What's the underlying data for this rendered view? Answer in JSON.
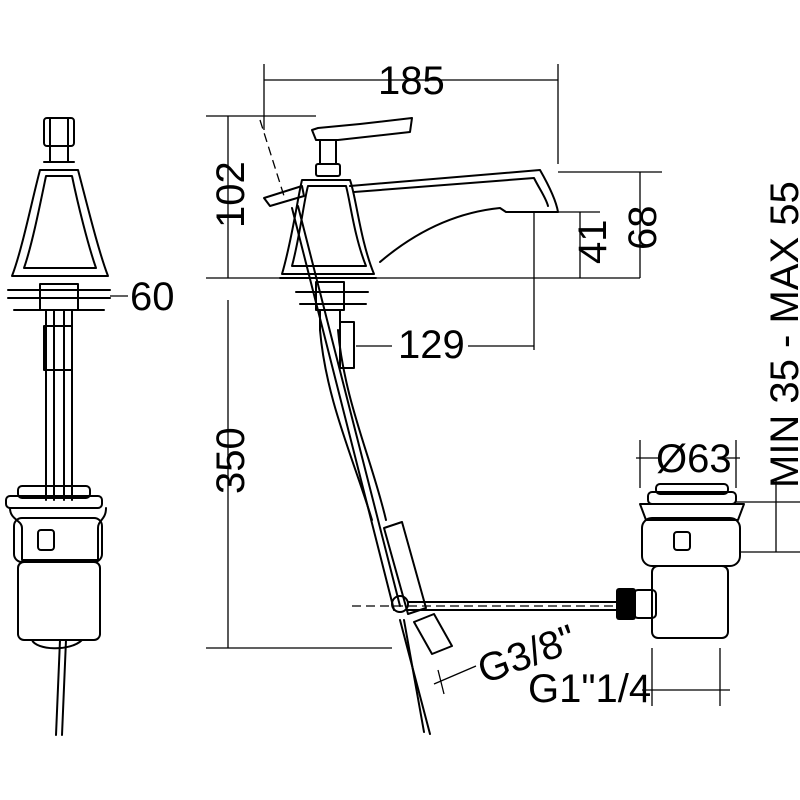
{
  "dimensions": {
    "width_185": "185",
    "height_102": "102",
    "height_68": "68",
    "height_41": "41",
    "reach_129": "129",
    "body_60": "60",
    "hose_350": "350",
    "waste_diameter": "Ø63",
    "thread_small": "G3/8\"",
    "thread_large": "G1\"1/4",
    "deck_range": "MIN 35 - MAX 55"
  }
}
